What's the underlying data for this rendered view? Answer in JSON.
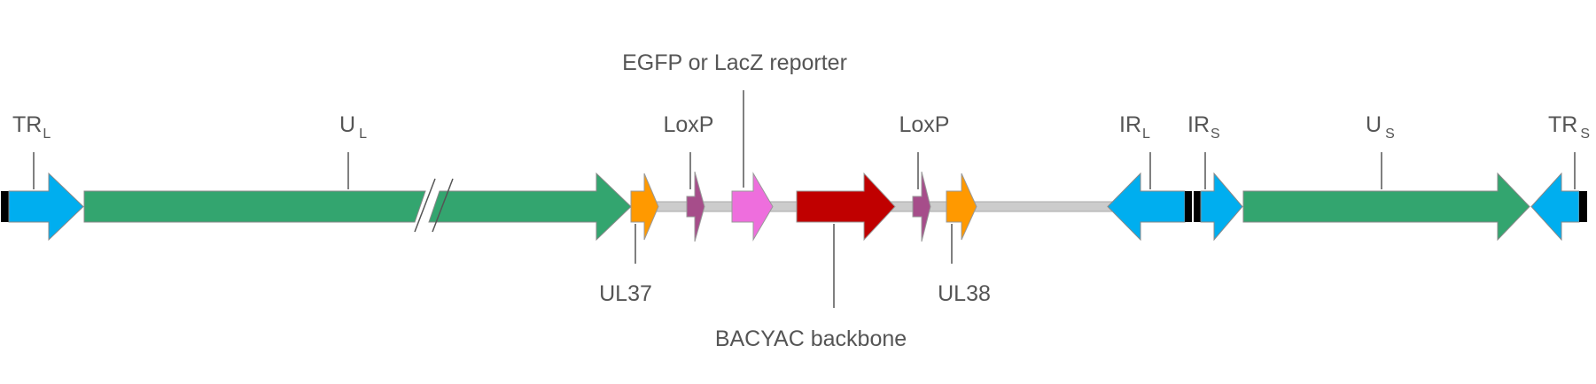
{
  "colors": {
    "blue": "#00aeef",
    "green": "#33a56f",
    "orange": "#ff9900",
    "purple": "#a64d8a",
    "pink": "#ee6edd",
    "red": "#c00000",
    "backbone": "#cccccc",
    "black": "#000000",
    "text": "#555555"
  },
  "labels": {
    "tr_l": {
      "main": "TR",
      "sub": "L"
    },
    "u_l": {
      "main": "U",
      "sub": "L"
    },
    "egfp": "EGFP or LacZ reporter",
    "loxp_1": "LoxP",
    "loxp_2": "LoxP",
    "ir_l": {
      "main": "IR",
      "sub": "L"
    },
    "ir_s": {
      "main": "IR",
      "sub": "S"
    },
    "u_s": {
      "main": "U",
      "sub": "S"
    },
    "tr_s": {
      "main": "TR",
      "sub": "S"
    },
    "ul37": "UL37",
    "ul38": "UL38",
    "bacyac": "BACYAC backbone"
  }
}
